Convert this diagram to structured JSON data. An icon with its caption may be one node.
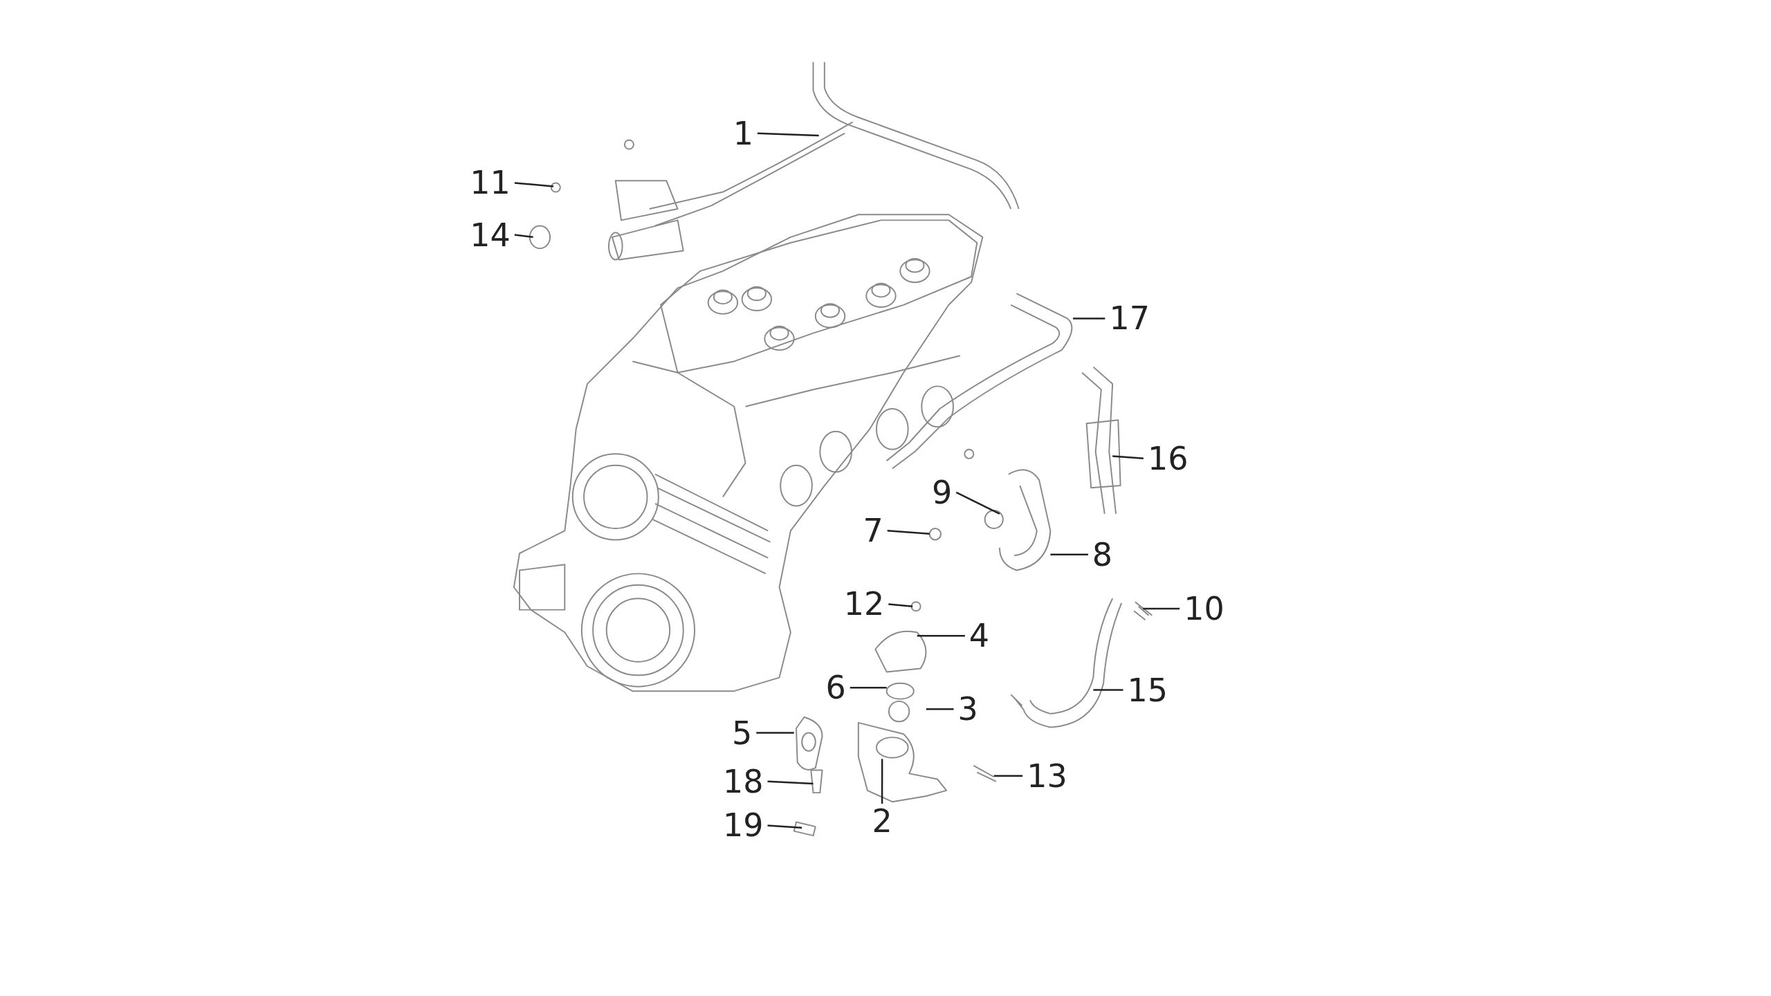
{
  "diagram": {
    "nodes": [
      {
        "text": [
          "1"
        ]
      },
      {
        "text": [
          "11"
        ]
      },
      {
        "text": [
          "14"
        ]
      },
      {
        "text": [
          "17"
        ]
      },
      {
        "text": [
          "16"
        ]
      },
      {
        "text": [
          "9"
        ]
      },
      {
        "text": [
          "7"
        ]
      },
      {
        "text": [
          "8"
        ]
      },
      {
        "text": [
          "12"
        ]
      },
      {
        "text": [
          "10"
        ]
      },
      {
        "text": [
          "4"
        ]
      },
      {
        "text": [
          "6"
        ]
      },
      {
        "text": [
          "3"
        ]
      },
      {
        "text": [
          "15"
        ]
      },
      {
        "text": [
          "5"
        ]
      },
      {
        "text": [
          "18"
        ]
      },
      {
        "text": [
          "13"
        ]
      },
      {
        "text": [
          "2"
        ]
      },
      {
        "text": [
          "19"
        ]
      },
      {
        "text": [],
        "shape": "circle"
      }
    ],
    "edges": [
      {
        "from": 0,
        "to": null,
        "arrow": "none"
      },
      {
        "from": 1,
        "to": null,
        "arrow": "none"
      },
      {
        "from": 2,
        "to": null,
        "arrow": "none"
      },
      {
        "from": 3,
        "to": null,
        "arrow": "none"
      },
      {
        "from": 4,
        "to": null,
        "arrow": "none"
      },
      {
        "from": 5,
        "to": null,
        "arrow": "none"
      },
      {
        "from": 6,
        "to": 19,
        "arrow": "none"
      },
      {
        "from": 7,
        "to": null,
        "arrow": "none"
      },
      {
        "from": 8,
        "to": null,
        "arrow": "none"
      },
      {
        "from": 9,
        "to": null,
        "arrow": "none"
      },
      {
        "from": 10,
        "to": null,
        "arrow": "none"
      },
      {
        "from": 11,
        "to": null,
        "arrow": "none"
      },
      {
        "from": 12,
        "to": null,
        "arrow": "none"
      },
      {
        "from": 13,
        "to": null,
        "arrow": "none"
      },
      {
        "from": 14,
        "to": null,
        "arrow": "none"
      },
      {
        "from": 15,
        "to": null,
        "arrow": "none"
      },
      {
        "from": 16,
        "to": null,
        "arrow": "none"
      },
      {
        "from": 17,
        "to": null,
        "arrow": "none"
      },
      {
        "from": 18,
        "to": null,
        "arrow": "none"
      }
    ]
  }
}
